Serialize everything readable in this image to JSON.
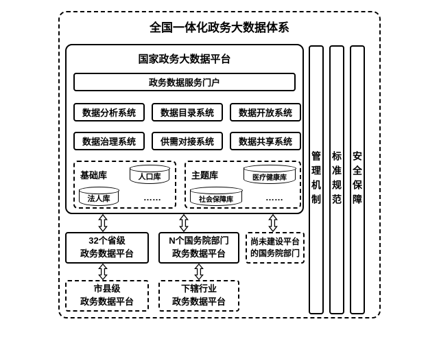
{
  "colors": {
    "line": "#000000",
    "background": "#ffffff"
  },
  "diagram": {
    "title": "全国一体化政务大数据体系",
    "platform": {
      "title": "国家政务大数据平台",
      "portal": "政务数据服务门户",
      "systems_row1": [
        "数据分析系统",
        "数据目录系统",
        "数据开放系统"
      ],
      "systems_row2": [
        "数据治理系统",
        "供需对接系统",
        "数据共享系统"
      ],
      "base_library": {
        "label": "基础库",
        "db1": "人口库",
        "db2": "法人库",
        "more": "……"
      },
      "theme_library": {
        "label": "主题库",
        "db1": "医疗健康库",
        "db2": "社会保障库",
        "more": "……"
      }
    },
    "side_bars": [
      "管理机制",
      "标准规范",
      "安全保障"
    ],
    "mid_nodes": {
      "provincial": "32个省级\n政务数据平台",
      "state_council": "N个国务院部门\n政务数据平台",
      "unbuilt": "尚未建设平台\n的国务院部门"
    },
    "bottom_nodes": {
      "city_county": "市县级\n政务数据平台",
      "industry": "下辖行业\n政务数据平台"
    }
  }
}
